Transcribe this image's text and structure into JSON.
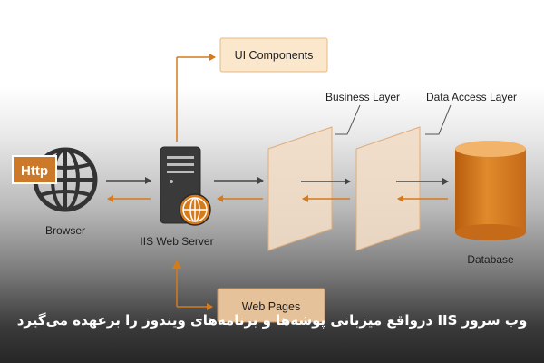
{
  "diagram": {
    "browser_icon_text": "Http",
    "browser_label": "Browser",
    "server_label": "IIS Web Server",
    "ui_components_label": "UI Components",
    "web_pages_label": "Web Pages",
    "business_layer_label": "Business Layer",
    "data_access_layer_label": "Data Access Layer",
    "database_label": "Database"
  },
  "caption": "وب سرور IIS درواقع میزبانی پوشه‌ها و برنامه‌های ویندوز را برعهده می‌گیرد",
  "colors": {
    "orange": "#d67a1a",
    "orange_light": "#f6e1c2",
    "panel": "#f1dbc6",
    "panel_border": "#dfae7c",
    "dark_icon": "#333333",
    "http_badge": "#cc7a2a"
  }
}
